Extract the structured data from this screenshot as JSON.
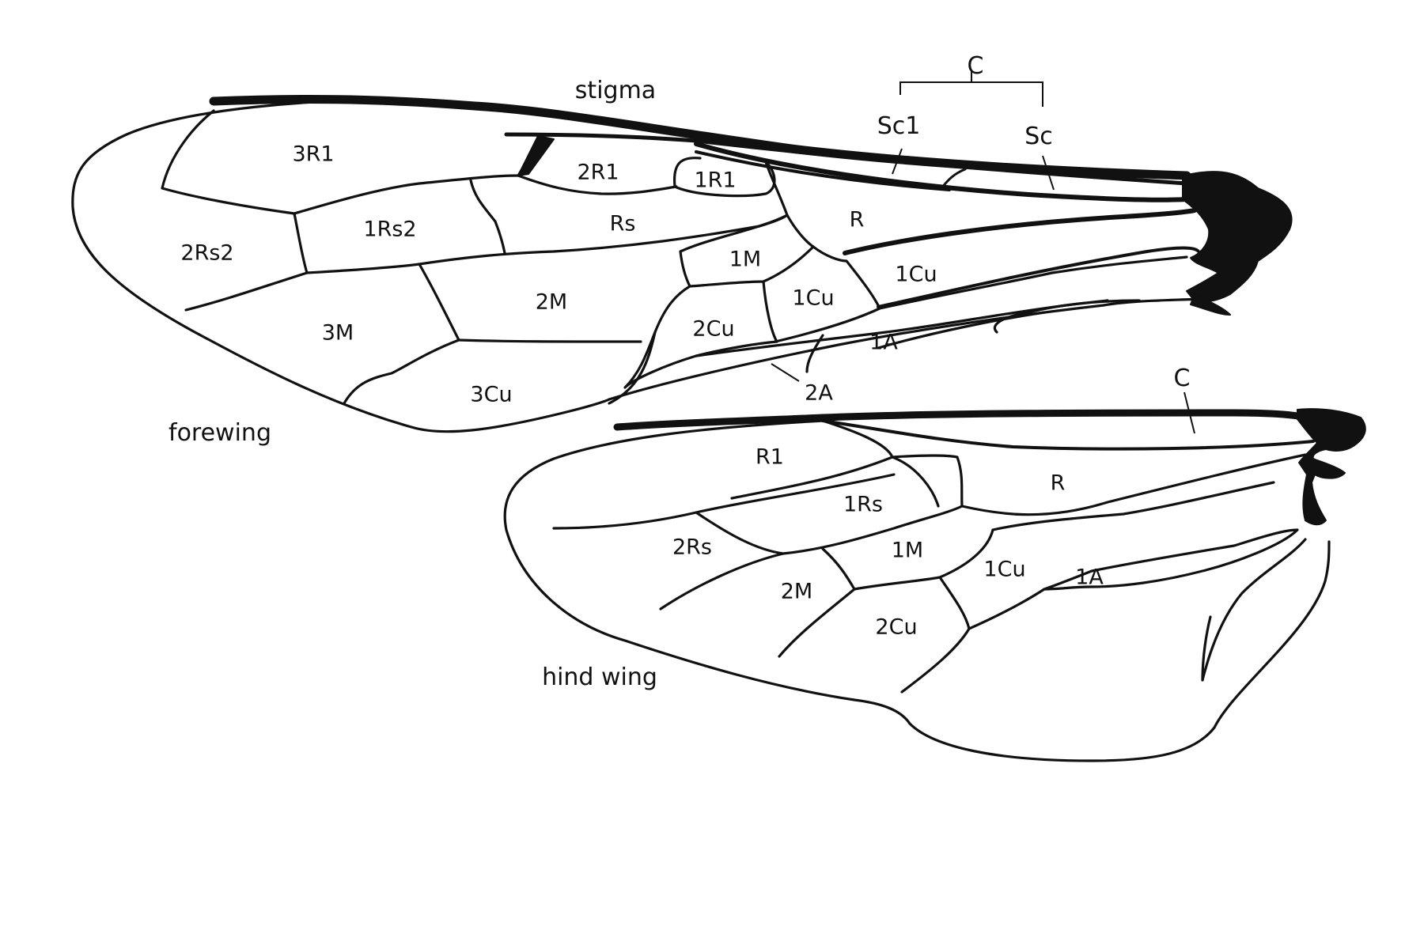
{
  "forewing": {
    "title": "forewing",
    "stigma": "stigma",
    "cells": {
      "r1_3": "3R1",
      "r1_2": "2R1",
      "r1_1": "1R1",
      "rs2_2": "2Rs2",
      "rs2_1": "1Rs2",
      "rs": "Rs",
      "r": "R",
      "m1": "1M",
      "m2": "2M",
      "m3": "3M",
      "cu1_inner": "1Cu",
      "cu1_outer": "1Cu",
      "cu2": "2Cu",
      "cu3": "3Cu",
      "a1": "1A",
      "a2": "2A"
    },
    "veins": {
      "c": "C",
      "sc1": "Sc1",
      "sc": "Sc"
    }
  },
  "hindwing": {
    "title": "hind wing",
    "cells": {
      "r1": "R1",
      "rs1": "1Rs",
      "rs2": "2Rs",
      "r": "R",
      "m1": "1M",
      "m2": "2M",
      "cu1": "1Cu",
      "cu2": "2Cu",
      "a1": "1A"
    },
    "veins": {
      "c": "C"
    }
  }
}
